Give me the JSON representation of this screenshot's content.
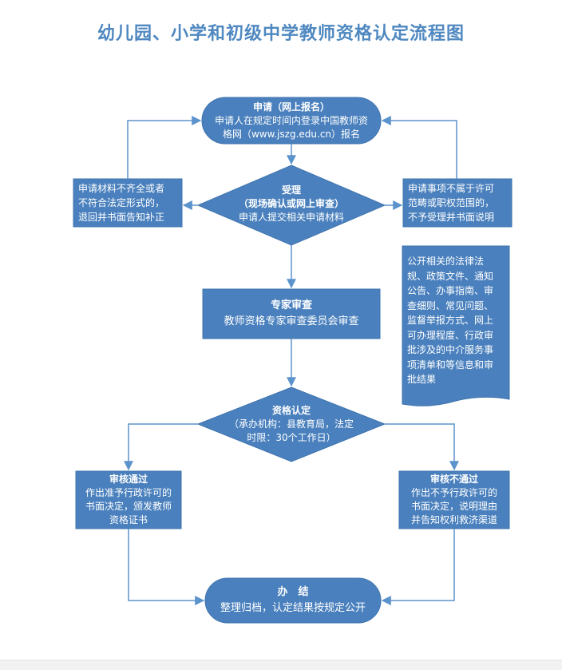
{
  "title": "幼儿园、小学和初级中学教师资格认定流程图",
  "colors": {
    "fill": "#4a80bd",
    "stroke": "#3f74ae",
    "arrow": "#5b93cc",
    "title": "#4f88c0"
  },
  "nodes": {
    "apply": {
      "title": "申请（网上报名）",
      "line1": "申请人在规定时间内登录中国教师资",
      "line2": "格网（www.jszg.edu.cn）报名"
    },
    "accept": {
      "title": "受理",
      "subtitle": "（现场确认或网上审查）",
      "desc": "申请人提交相关申请材料"
    },
    "incomplete": {
      "line1": "申请材料不齐全或者",
      "line2": "不符合法定形式的，",
      "line3": "退回并书面告知补正"
    },
    "notinscope": {
      "line1": "申请事项不属于许可",
      "line2": "范畴或职权范围的，",
      "line3": "不予受理并书面说明"
    },
    "expert": {
      "title": "专家审查",
      "desc": "教师资格专家审查委员会审查"
    },
    "publicity": {
      "line1": "公开相关的法律法",
      "line2": "规、政策文件、通知",
      "line3": "公告、办事指南、审",
      "line4": "查细则、常见问题、",
      "line5": "监督举报方式、网上",
      "line6": "可办理程度、行政审",
      "line7": "批涉及的中介服务事",
      "line8": "项清单和等信息和审",
      "line9": "批结果"
    },
    "certify": {
      "title": "资格认定",
      "line1": "（承办机构：县教育局，法定",
      "line2": "时限：30个工作日）"
    },
    "pass": {
      "title": "审核通过",
      "line1": "作出准予行政许可的",
      "line2": "书面决定，颁发教师",
      "line3": "资格证书"
    },
    "fail": {
      "title": "审核不通过",
      "line1": "作出不予行政许可的",
      "line2": "书面决定，说明理由",
      "line3": "并告知权利救济渠道"
    },
    "done": {
      "title": "办　结",
      "desc": "整理归档，认定结果按规定公开"
    }
  }
}
